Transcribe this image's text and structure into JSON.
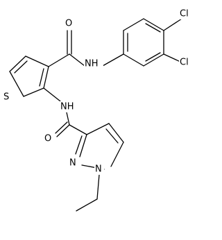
{
  "atom_labels": {
    "cl_top": "Cl",
    "cl_mid": "Cl",
    "o_amide1": "O",
    "nh_amide1": "NH",
    "s_thiophene": "S",
    "nh_amide2": "NH",
    "o_amide2": "O",
    "n_pyrazole_2": "N",
    "n_pyrazole_1": "N"
  }
}
